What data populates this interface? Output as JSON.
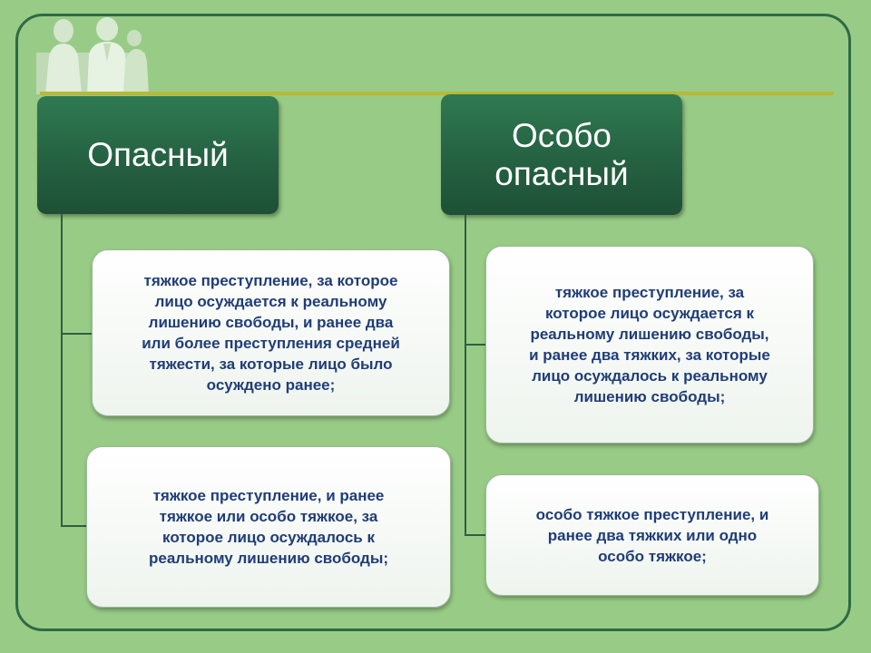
{
  "colors": {
    "background": "#98cc86",
    "frame": "#2e6a45",
    "accent_line": "#b9b838",
    "header_fill": "#245f40",
    "box_text": "#1f3d78"
  },
  "headers": {
    "left": "Опасный",
    "right": "Особо\nопасный"
  },
  "left_items": [
    "тяжкое преступление, за которое\nлицо осуждается к реальному\nлишению свободы, и ранее  два\nили более преступления средней\nтяжести, за которые лицо было\nосуждено ранее;",
    "тяжкое преступление, и ранее\nтяжкое или особо тяжкое, за\nкоторое лицо осуждалось к\nреальному лишению свободы;"
  ],
  "right_items": [
    "тяжкое преступление, за\nкоторое лицо осуждается к\nреальному лишению свободы,\nи ранее  два тяжких, за которые\nлицо осуждалось к реальному\nлишению свободы;",
    "особо тяжкое преступление, и\nранее  два тяжких или одно\nособо тяжкое;"
  ],
  "logo_icon": "business-people-silhouette-icon"
}
